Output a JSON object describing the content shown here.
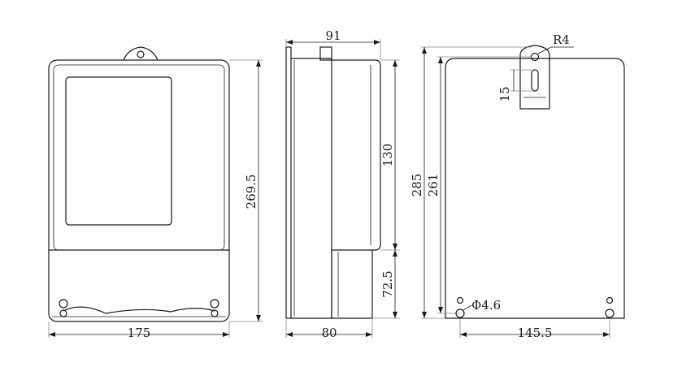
{
  "front_view": {
    "width_label": "175",
    "height_label": "269.5"
  },
  "side_view": {
    "top_label": "91",
    "bottom_label": "80",
    "height_label": "130",
    "lower_label": "72.5"
  },
  "back_view": {
    "hole_radius_label": "R4",
    "slot_label": "15",
    "outer_height_label": "285",
    "inner_height_label": "261",
    "hole_dia_label": "Φ4.6",
    "hole_spacing_label": "145.5"
  }
}
